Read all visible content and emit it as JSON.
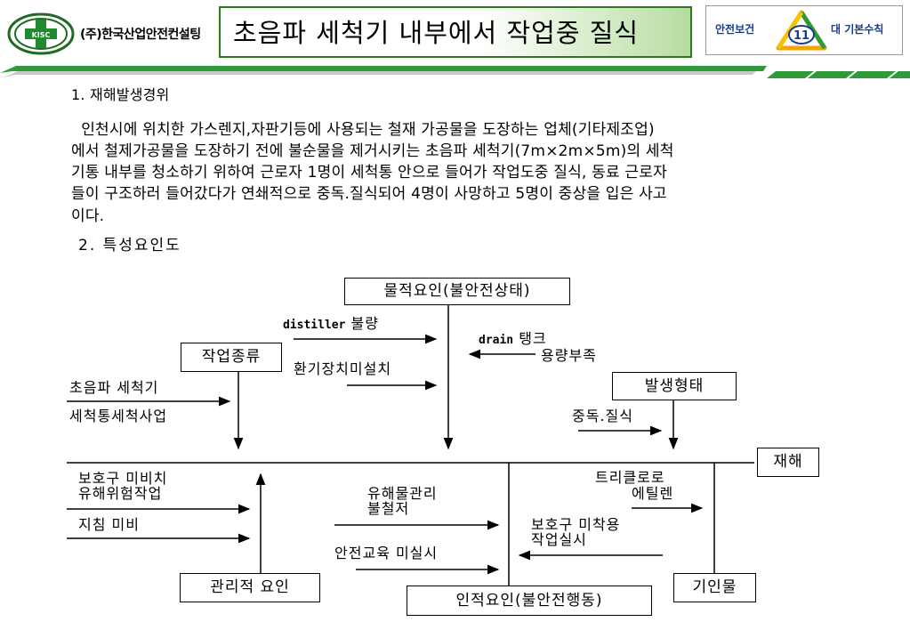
{
  "header": {
    "logo_text": "(주)한국산업안전컨설팅",
    "logo_mark": "KISC",
    "title": "초음파 세척기 내부에서 작업중 질식",
    "slogan_left": "안전보건",
    "slogan_number": "11",
    "slogan_right": "대 기본수칙",
    "colors": {
      "title_border": "#2d7a1c",
      "slogan_text": "#1a3a8c"
    }
  },
  "section1": {
    "heading": "1. 재해발생경위",
    "lines": [
      "  인천시에 위치한 가스렌지,자판기등에 사용되는 철재 가공물을 도장하는 업체(기타제조업)",
      "에서 철제가공물을 도장하기 전에 불순물을 제거시키는 초음파 세척기(7m×2m×5m)의 세척",
      "기통 내부를 청소하기 위하여 근로자 1명이 세척통 안으로 들어가 작업도중 질식, 동료 근로자",
      "들이 구조하러 들어갔다가 연쇄적으로 중독.질식되어 4명이 사망하고 5명이 중상을 입은 사고",
      "이다."
    ]
  },
  "section2": {
    "heading": "2. 특성요인도",
    "result": "재해",
    "material": {
      "box": "물적요인(불안전상태)",
      "items": [
        {
          "prefix": "distiller",
          "text": "불량"
        },
        {
          "prefix": "drain",
          "text": "탱크"
        },
        {
          "prefix": "",
          "text": "용량부족"
        },
        {
          "prefix": "",
          "text": "환기장치미설치"
        }
      ]
    },
    "work_type": {
      "box": "작업종류",
      "items": [
        "초음파 세척기",
        "세척통세척사업"
      ]
    },
    "occurrence": {
      "box": "발생형태",
      "items": [
        "중독.질식"
      ]
    },
    "management": {
      "box": "관리적 요인",
      "items": [
        "보호구 미비치",
        "유해위험작업",
        "지침 미비"
      ]
    },
    "human": {
      "box": "인적요인(불안전행동)",
      "items": [
        "유해물관리",
        "불철저",
        "안전교육 미실시"
      ]
    },
    "agent": {
      "box": "기인물",
      "items": [
        "트리클로로",
        "에틸렌",
        "보호구 미착용",
        "작업실시"
      ]
    }
  }
}
